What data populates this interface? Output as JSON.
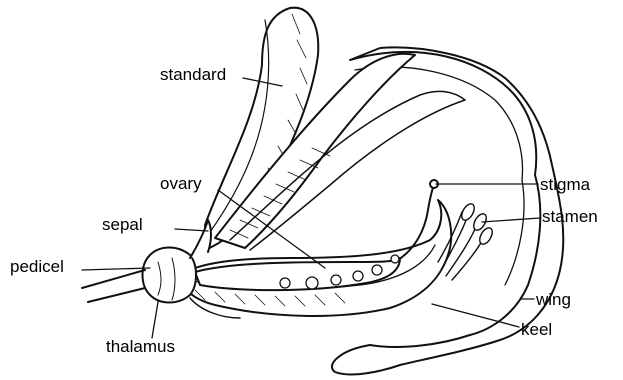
{
  "labels": {
    "standard": "standard",
    "ovary": "ovary",
    "sepal": "sepal",
    "pedicel": "pedicel",
    "thalamus": "thalamus",
    "stigma": "stigma",
    "stamen": "stamen",
    "wing": "wing",
    "keel": "keel"
  }
}
